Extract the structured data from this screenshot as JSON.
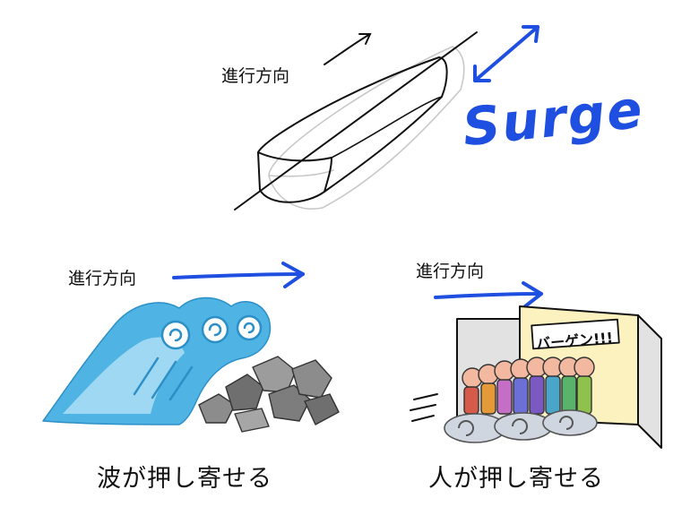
{
  "labels": {
    "direction_top": "進行方向",
    "direction_wave": "進行方向",
    "direction_people": "進行方向",
    "surge": "Surge",
    "sale_sign": "バーゲン!!!",
    "caption_wave": "波が押し寄せる",
    "caption_people": "人が押し寄せる"
  },
  "colors": {
    "arrow_blue": "#1f4fe0",
    "wave_light": "#9fd8f2",
    "wave_mid": "#4fb4e4",
    "rock": "#8c8c8c",
    "booth_bg": "#fbf2c0",
    "booth_side": "#e2e2e2",
    "faces": "#f2b9a0"
  },
  "icons": {
    "ship": "ship-outline-icon",
    "wave": "breaking-wave-icon",
    "rocks": "rock-pile-icon",
    "crowd": "crowd-people-icon",
    "booth": "sale-booth-icon"
  }
}
